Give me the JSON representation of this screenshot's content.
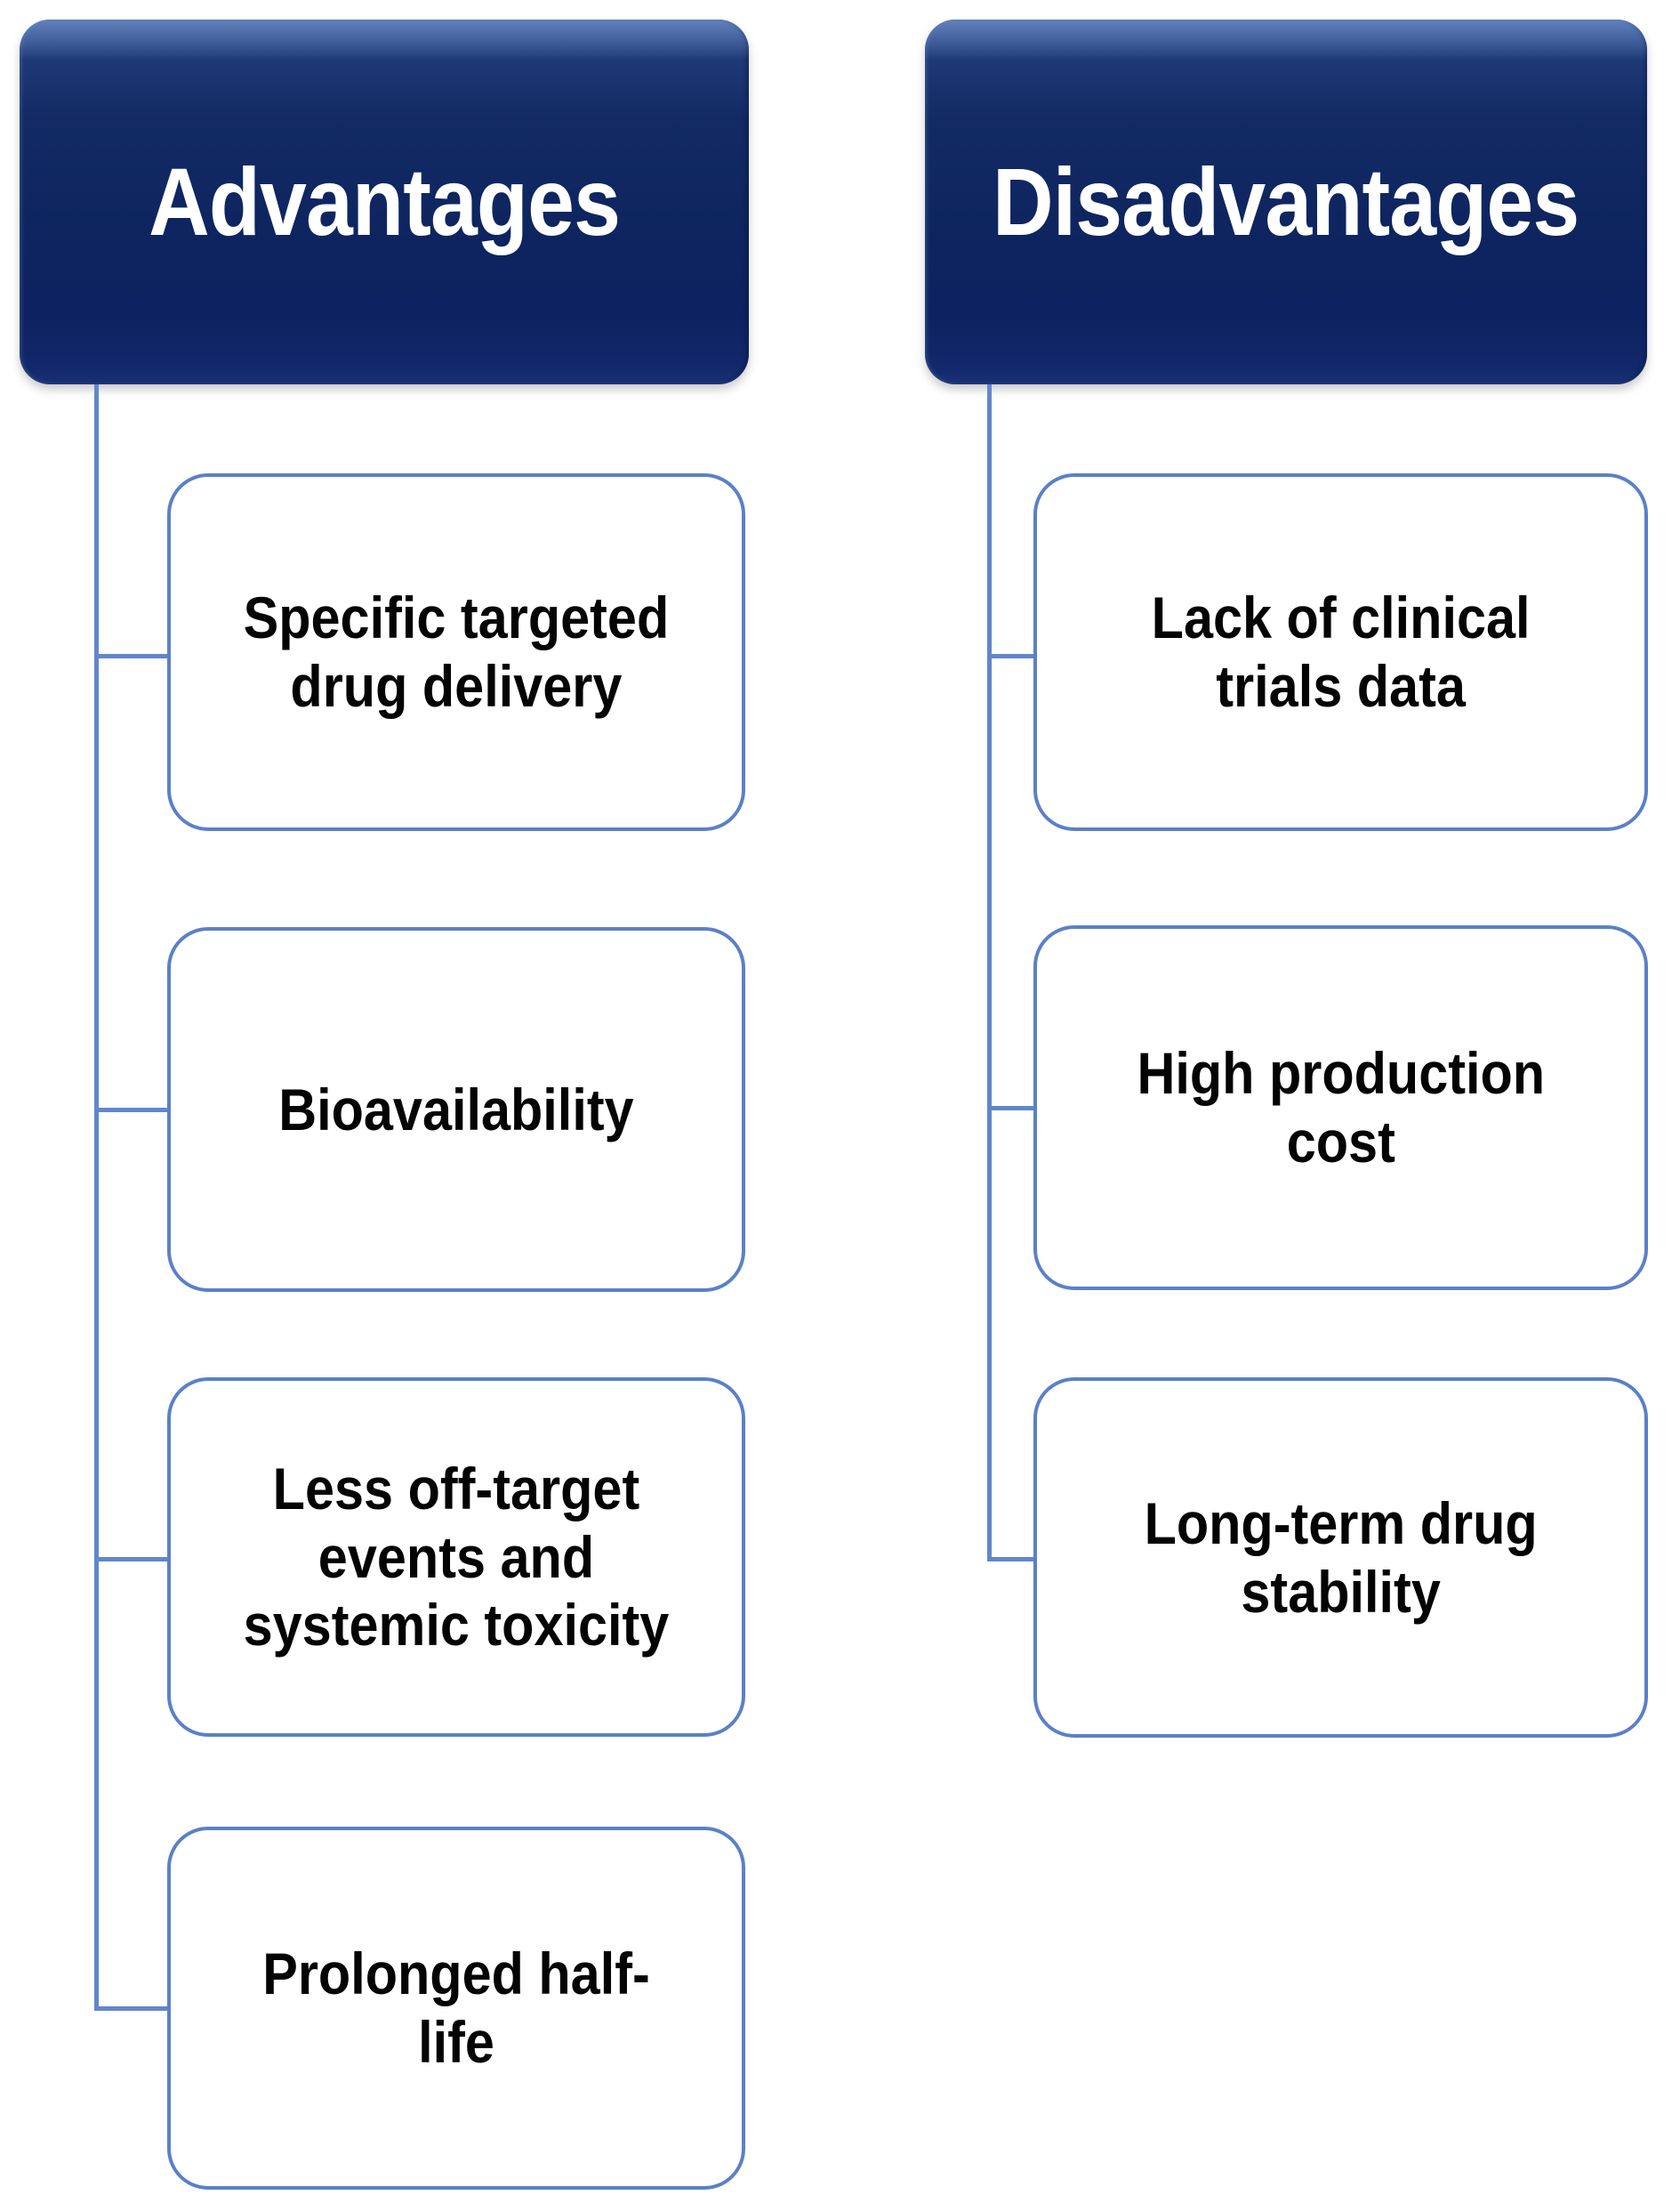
{
  "diagram": {
    "title_left": "Advantages",
    "title_right": "Disadvantages",
    "colors": {
      "header_fill_dark": "#0d2260",
      "header_fill_light": "#4a6bae",
      "header_text": "#ffffff",
      "leaf_border": "#5b80c8",
      "leaf_fill": "#ffffff",
      "leaf_text": "#040404",
      "connector": "#6286cc",
      "background": "#ffffff"
    }
  },
  "columns": [
    {
      "id": "advantages",
      "header": "Advantages",
      "items": [
        {
          "label": "Specific targeted\ndrug delivery"
        },
        {
          "label": "Bioavailability"
        },
        {
          "label": "Less off-target\nevents and\nsystemic toxicity"
        },
        {
          "label": "Prolonged half-\nlife"
        }
      ]
    },
    {
      "id": "disadvantages",
      "header": "Disadvantages",
      "items": [
        {
          "label": "Lack of clinical\ntrials data"
        },
        {
          "label": "High production\ncost"
        },
        {
          "label": "Long-term drug\nstability"
        }
      ]
    }
  ]
}
